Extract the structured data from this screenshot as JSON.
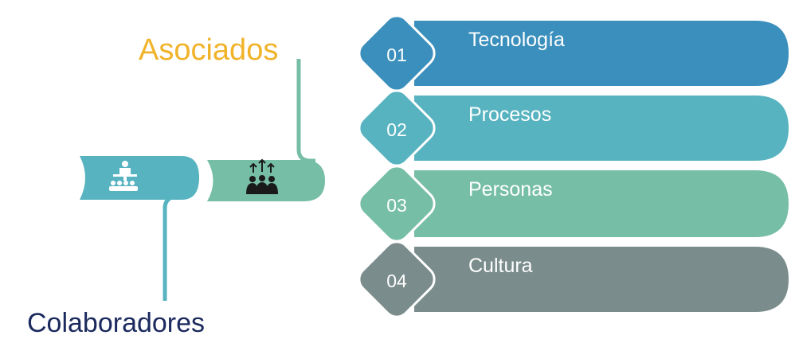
{
  "labels": {
    "top": "Asociados",
    "bottom": "Colaboradores"
  },
  "items": [
    {
      "number": "01",
      "label": "Tecnología",
      "color": "#3a8fbc"
    },
    {
      "number": "02",
      "label": "Procesos",
      "color": "#57b3c0"
    },
    {
      "number": "03",
      "label": "Personas",
      "color": "#77bea6"
    },
    {
      "number": "04",
      "label": "Cultura",
      "color": "#7a8c8b"
    }
  ],
  "tabs": [
    {
      "icon": "presentation-audience-icon",
      "color": "#57b3c0"
    },
    {
      "icon": "team-growth-icon",
      "color": "#77bea6"
    }
  ],
  "icon_color": "#ffffff",
  "icon_dark": "#1a1a1a"
}
